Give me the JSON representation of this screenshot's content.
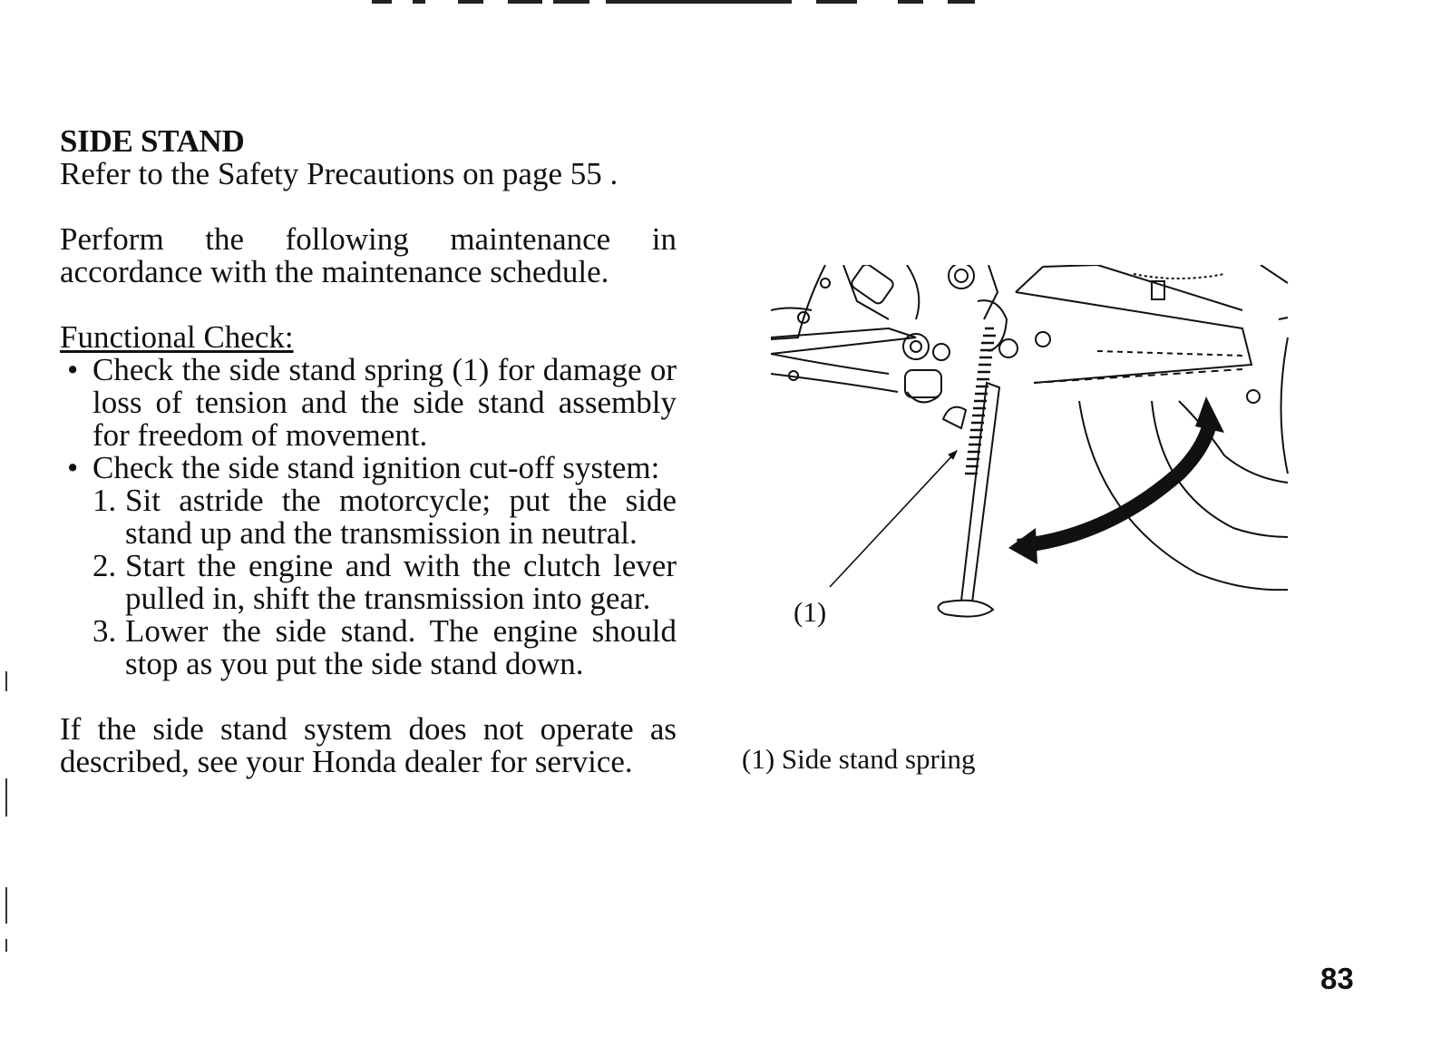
{
  "section": {
    "title": "SIDE STAND",
    "intro": "Refer to the Safety Precautions on page 55 .",
    "para1": "Perform the following maintenance in accordance with the maintenance schedule.",
    "functional_label": "Functional Check:",
    "bullets": [
      "Check the side stand spring (1) for damage or loss of tension and the side stand assembly for freedom of movement.",
      "Check the side stand ignition cut-off system:"
    ],
    "steps": [
      {
        "num": "1.",
        "text": "Sit astride the motorcycle; put the side stand up and the transmission in neutral."
      },
      {
        "num": "2.",
        "text": "Start the engine and with the clutch lever pulled in, shift the transmission into gear."
      },
      {
        "num": "3.",
        "text": "Lower the side stand. The engine should stop as you put the side stand down."
      }
    ],
    "closing": "If the side stand system does not operate as described, see your Honda dealer for service."
  },
  "figure": {
    "callout": "(1)",
    "caption": "(1)  Side stand spring"
  },
  "page_number": "83"
}
